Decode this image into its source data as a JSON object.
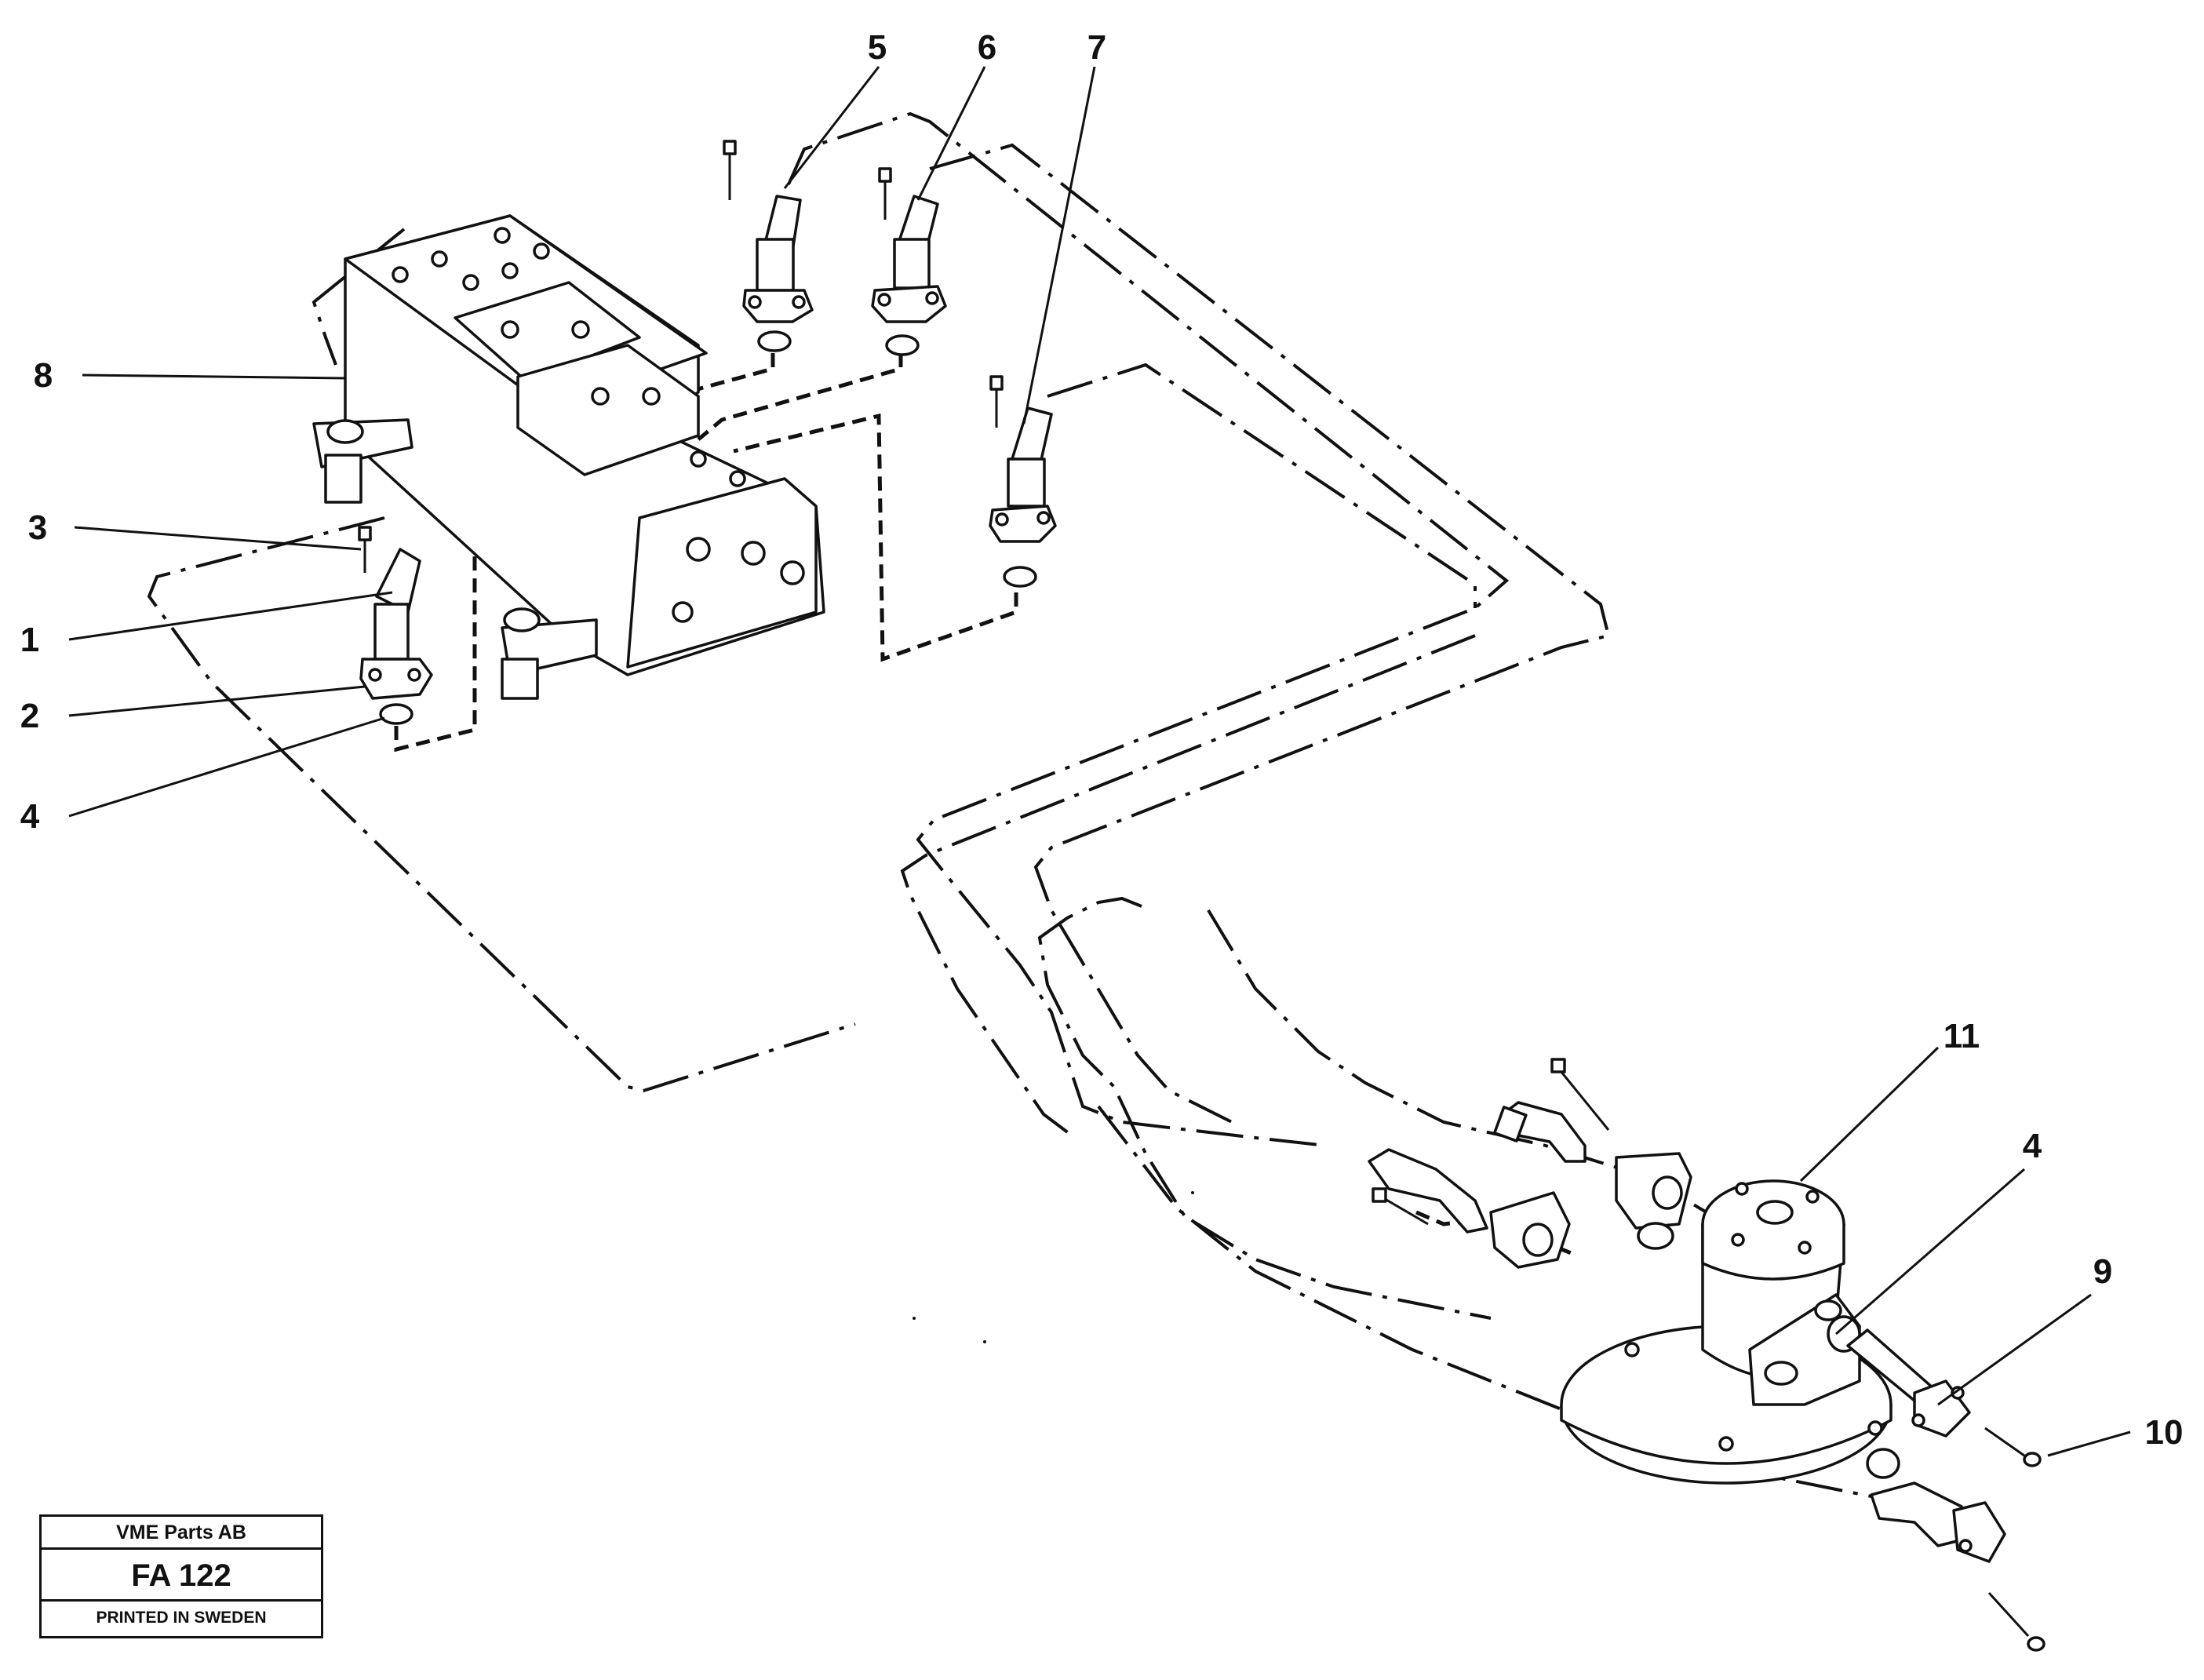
{
  "callouts": [
    {
      "id": "5",
      "label": "5"
    },
    {
      "id": "6",
      "label": "6"
    },
    {
      "id": "7",
      "label": "7"
    },
    {
      "id": "8",
      "label": "8"
    },
    {
      "id": "3",
      "label": "3"
    },
    {
      "id": "1",
      "label": "1"
    },
    {
      "id": "2",
      "label": "2"
    },
    {
      "id": "4a",
      "label": "4"
    },
    {
      "id": "11",
      "label": "11"
    },
    {
      "id": "4b",
      "label": "4"
    },
    {
      "id": "9",
      "label": "9"
    },
    {
      "id": "10",
      "label": "10"
    }
  ],
  "title_block": {
    "company": "VME Parts AB",
    "code": "FA 122",
    "printed": "PRINTED IN SWEDEN"
  }
}
